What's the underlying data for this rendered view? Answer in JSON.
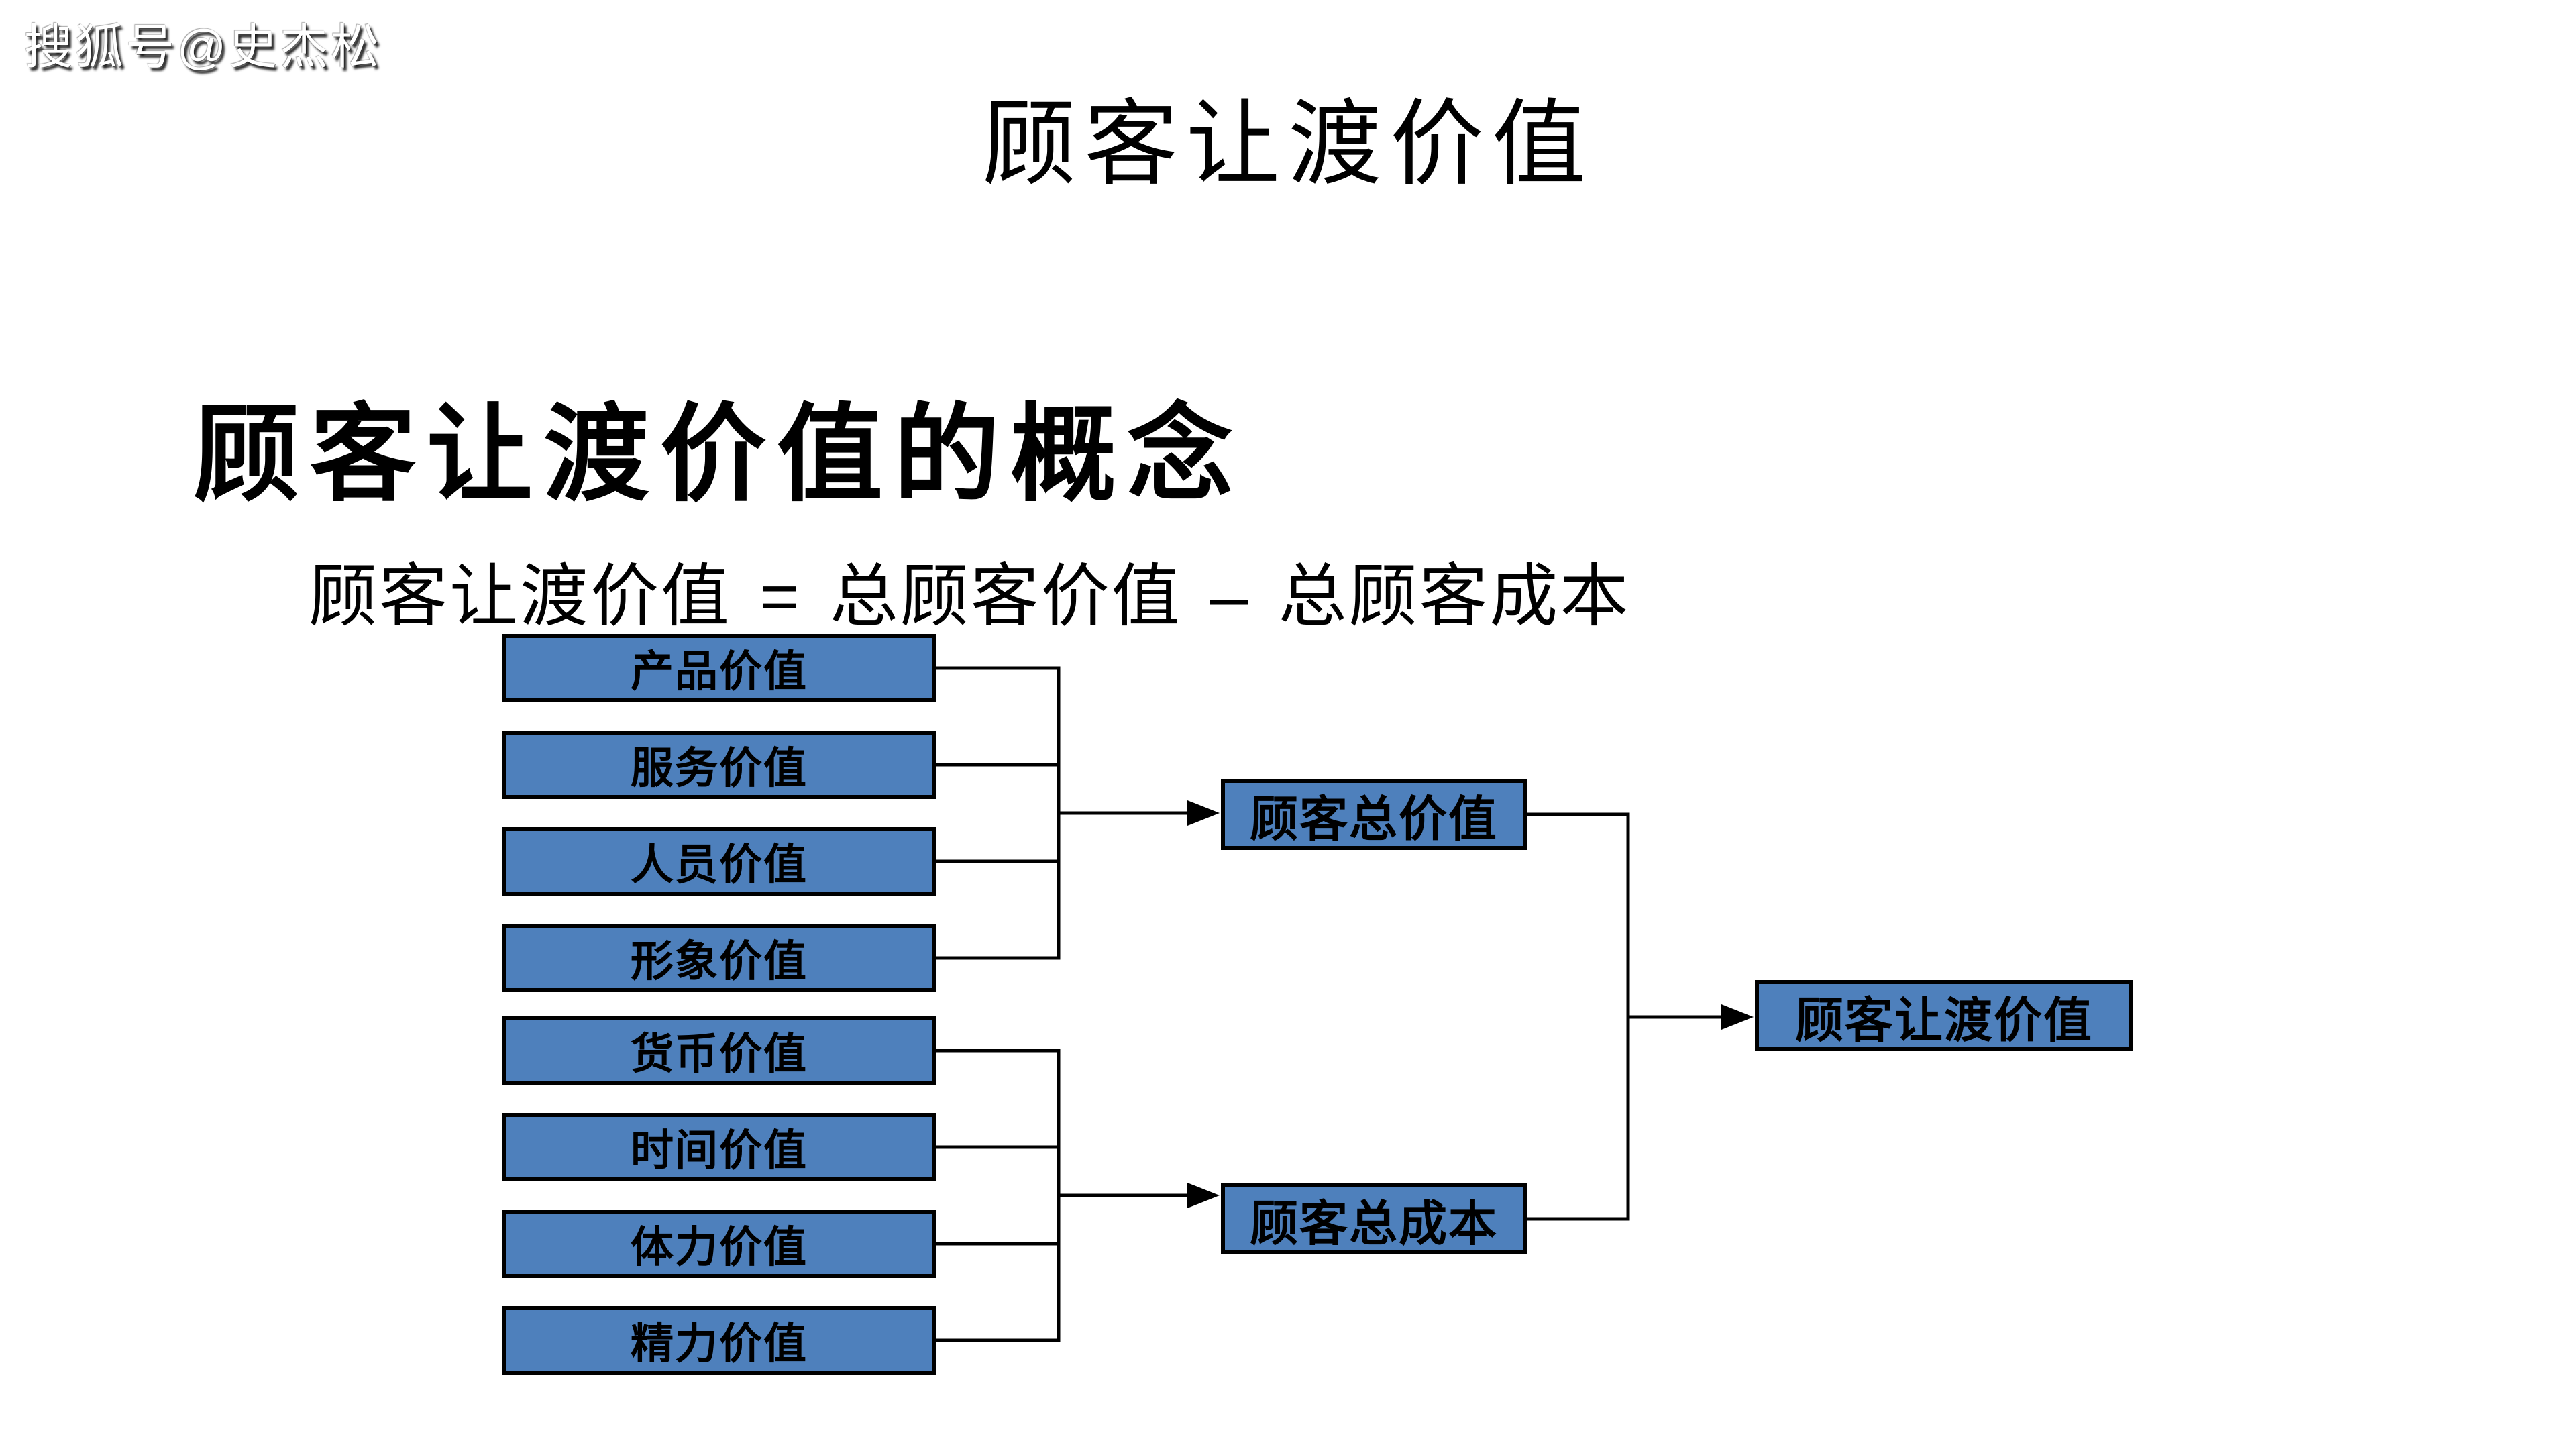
{
  "watermark": {
    "text": "搜狐号@史杰松"
  },
  "slide": {
    "title": "顾客让渡价值",
    "heading": "顾客让渡价值的概念",
    "formula": {
      "lhs": "顾客让渡价值",
      "equals": "=",
      "total_value": "总顾客价值",
      "minus": "–",
      "total_cost": "总顾客成本"
    }
  },
  "diagram": {
    "value_boxes": [
      {
        "label": "产品价值"
      },
      {
        "label": "服务价值"
      },
      {
        "label": "人员价值"
      },
      {
        "label": "形象价值"
      }
    ],
    "cost_boxes": [
      {
        "label": "货币价值"
      },
      {
        "label": "时间价值"
      },
      {
        "label": "体力价值"
      },
      {
        "label": "精力价值"
      }
    ],
    "total_value_box": {
      "label": "顾客总价值"
    },
    "total_cost_box": {
      "label": "顾客总成本"
    },
    "delivered_value_box": {
      "label": "顾客让渡价值"
    }
  },
  "colors": {
    "background": "#ffffff",
    "box_fill": "#4e80bc",
    "box_border": "#000000",
    "connector": "#000000",
    "text": "#000000",
    "watermark_text": "#ffffff"
  }
}
